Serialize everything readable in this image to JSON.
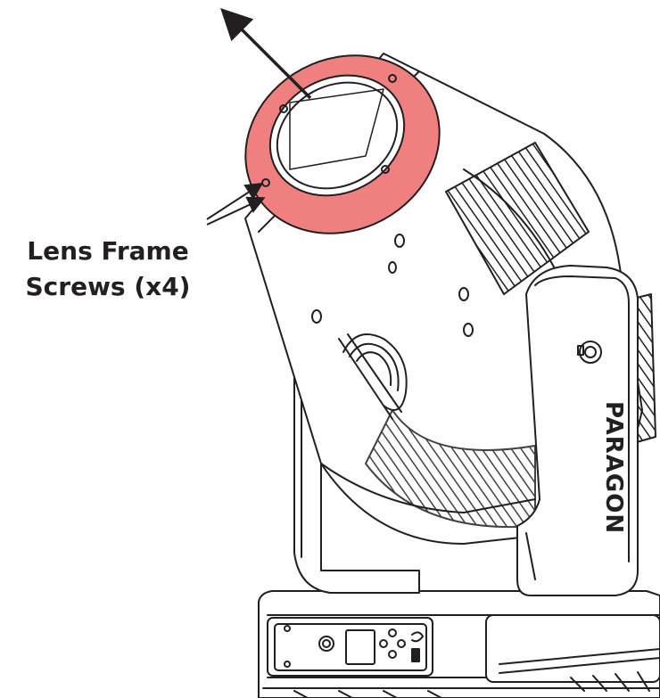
{
  "callout": {
    "line1": "Lens Frame",
    "line2": "Screws (x4)"
  },
  "fixture": {
    "brand_text": "PARAGON"
  },
  "colors": {
    "highlight": "#f08080",
    "outline": "#231f20",
    "background": "#ffffff"
  },
  "icons": {
    "direction": "arrow-icon",
    "pointer": "leader-arrow-icon"
  }
}
